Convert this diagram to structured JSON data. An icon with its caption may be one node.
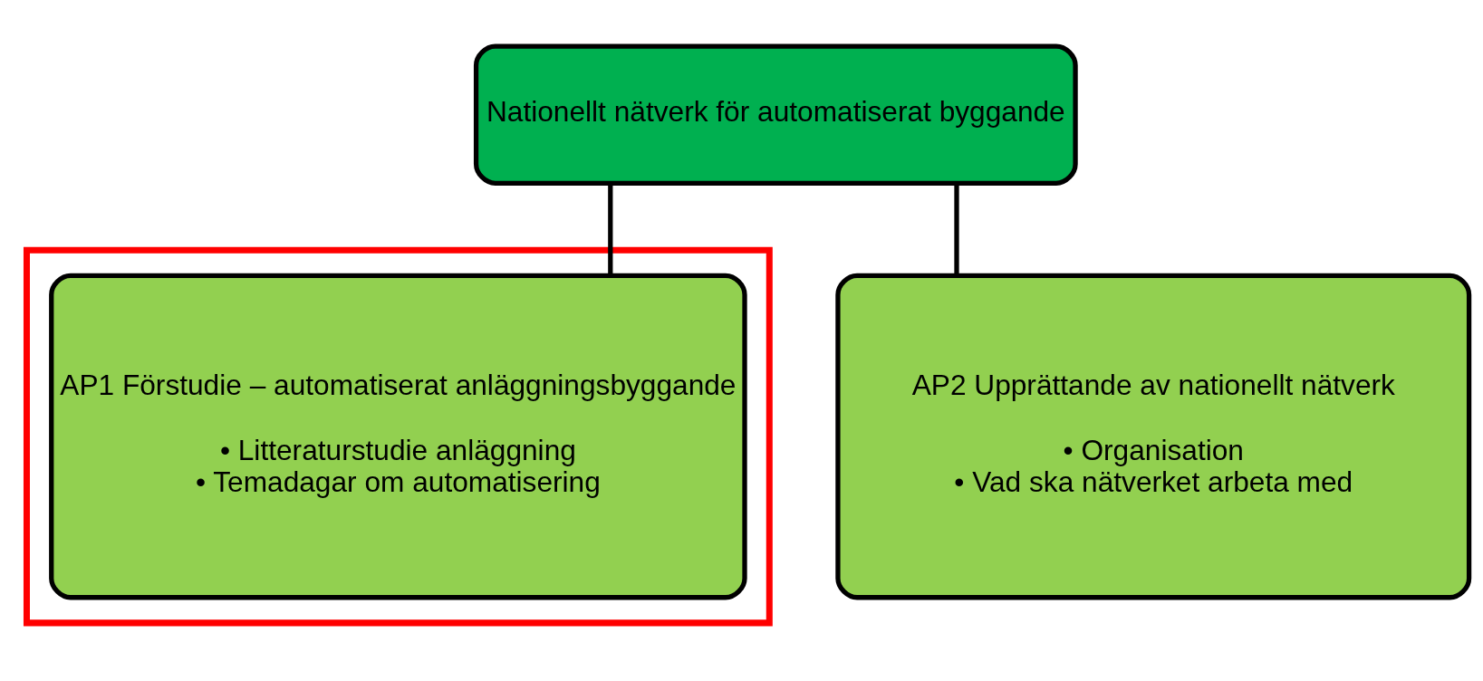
{
  "diagram": {
    "nodes": [
      {
        "text": [
          "Nationellt nätverk för automatiserat byggande"
        ]
      },
      {
        "text": [],
        "shape": "box"
      },
      {
        "text": [
          "AP1 Förstudie – automatiserat anläggningsbyggande",
          "• Litteraturstudie anläggning",
          "• Temadagar om automatisering"
        ],
        "in": 1
      },
      {
        "text": [
          "AP2 Upprättande av nationellt nätverk",
          "• Organisation",
          "• Vad ska nätverket arbeta med"
        ]
      }
    ],
    "edges": [
      {
        "from": 0,
        "to": 2,
        "arrow": "none"
      },
      {
        "from": 0,
        "to": 3,
        "arrow": "none"
      }
    ]
  }
}
